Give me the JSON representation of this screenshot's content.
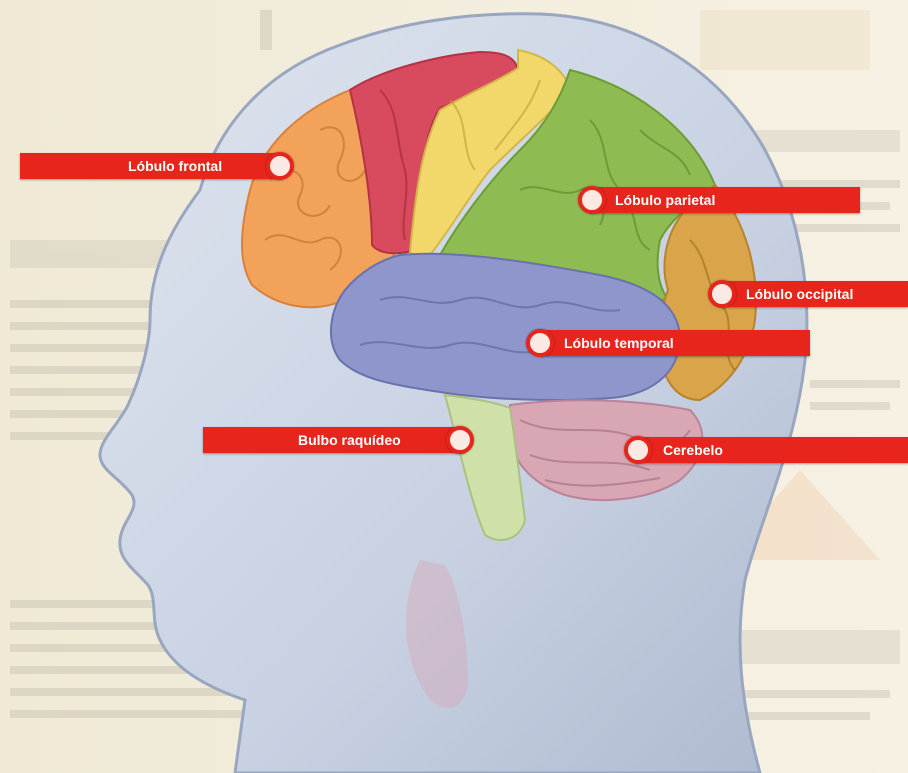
{
  "diagram": {
    "labels": [
      {
        "id": "frontal",
        "text": "Lóbulo frontal"
      },
      {
        "id": "parietal",
        "text": "Lóbulo parietal"
      },
      {
        "id": "occipital",
        "text": "Lóbulo occipital"
      },
      {
        "id": "temporal",
        "text": "Lóbulo temporal"
      },
      {
        "id": "bulbo",
        "text": "Bulbo raquídeo"
      },
      {
        "id": "cerebelo",
        "text": "Cerebelo"
      }
    ],
    "colors": {
      "accent_red": "#e8251c",
      "frontal": "#f3a25a",
      "motor": "#d84a5e",
      "sensory": "#f2d76a",
      "parietal": "#8fbc52",
      "occipital": "#d9a44a",
      "temporal": "#8e96cc",
      "cerebelo": "#d9a6b4",
      "bulbo": "#cfe1a8",
      "head": "#c9d3e4",
      "background": "#f4eedd"
    }
  }
}
